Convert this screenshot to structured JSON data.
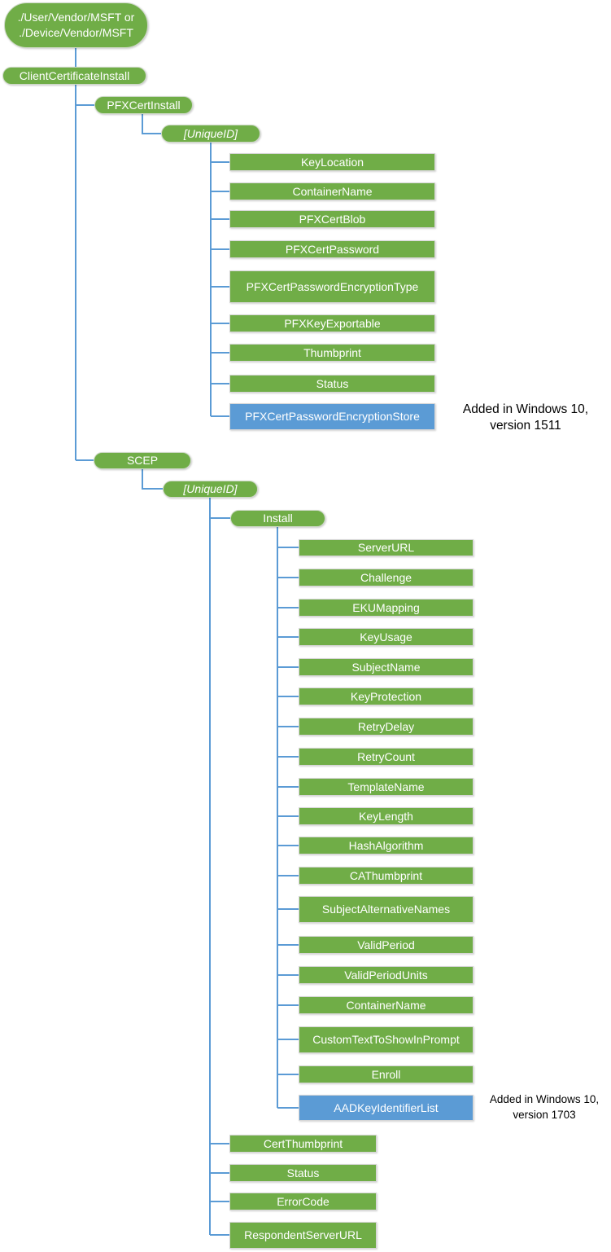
{
  "colors": {
    "node_green": "#70AD47",
    "node_blue": "#5B9BD5",
    "connector_blue": "#5B9BD5",
    "node_text": "#FFFFFF",
    "annotation_text": "#000000",
    "background": "#FFFFFF"
  },
  "nodes": {
    "root": "./User/Vendor/MSFT or\n./Device/Vendor/MSFT",
    "client_certificate_install": "ClientCertificateInstall",
    "pfx_cert_install": "PFXCertInstall",
    "pfx_unique_id": "[UniqueID]",
    "key_location": "KeyLocation",
    "pfx_container_name": "ContainerName",
    "pfx_cert_blob": "PFXCertBlob",
    "pfx_cert_password": "PFXCertPassword",
    "pfx_cert_password_encryption_type": "PFXCertPasswordEncryptionType",
    "pfx_key_exportable": "PFXKeyExportable",
    "thumbprint": "Thumbprint",
    "pfx_status": "Status",
    "pfx_cert_password_encryption_store": "PFXCertPasswordEncryptionStore",
    "scep": "SCEP",
    "scep_unique_id": "[UniqueID]",
    "install": "Install",
    "server_url": "ServerURL",
    "challenge": "Challenge",
    "eku_mapping": "EKUMapping",
    "key_usage": "KeyUsage",
    "subject_name": "SubjectName",
    "key_protection": "KeyProtection",
    "retry_delay": "RetryDelay",
    "retry_count": "RetryCount",
    "template_name": "TemplateName",
    "key_length": "KeyLength",
    "hash_algorithm": "HashAlgorithm",
    "ca_thumbprint": "CAThumbprint",
    "subject_alternative_names": "SubjectAlternativeNames",
    "valid_period": "ValidPeriod",
    "valid_period_units": "ValidPeriodUnits",
    "install_container_name": "ContainerName",
    "custom_text_to_show_in_prompt": "CustomTextToShowInPrompt",
    "enroll": "Enroll",
    "aad_key_identifier_list": "AADKeyIdentifierList",
    "cert_thumbprint": "CertThumbprint",
    "scep_status": "Status",
    "error_code": "ErrorCode",
    "respondent_server_url": "RespondentServerURL"
  },
  "annotations": {
    "win10_1511": "Added in Windows 10,\nversion 1511",
    "win10_1703": "Added in Windows 10,\nversion 1703"
  }
}
